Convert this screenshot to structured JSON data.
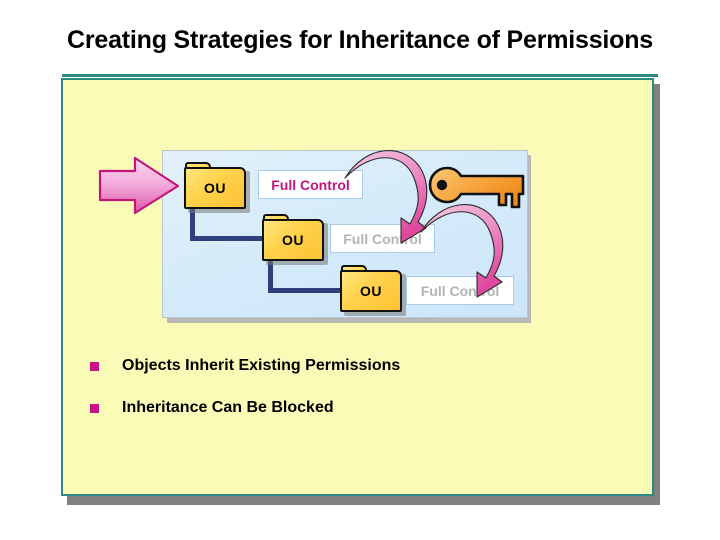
{
  "slide": {
    "title": "Creating Strategies for Inheritance of Permissions",
    "title_color": "#000000",
    "rule_color": "#2e8b84",
    "panel_bg": "#fbfbb8",
    "panel_border": "#2e8b84"
  },
  "diagram": {
    "panel_bg": "#dbeefa",
    "panel_border": "#b9c4cc",
    "connector_color": "#2d3f7c",
    "folders": [
      {
        "label": "OU"
      },
      {
        "label": "OU"
      },
      {
        "label": "OU"
      }
    ],
    "permissions": [
      {
        "label": "Full Control",
        "state": "explicit",
        "color": "#c2157e"
      },
      {
        "label": "Full Control",
        "state": "inherited",
        "color": "#b3b3b3"
      },
      {
        "label": "Full Control",
        "state": "inherited",
        "color": "#b3b3b3"
      }
    ],
    "icons": {
      "block_arrow": "right-block-arrow-icon",
      "key": "key-icon",
      "curved_arrow_1": "curved-inherit-arrow-icon",
      "curved_arrow_2": "curved-inherit-arrow-icon"
    },
    "arrow_color": "#d6409a",
    "key_color": "#f5a93c"
  },
  "bullets": [
    {
      "text": "Objects Inherit Existing Permissions",
      "mark_color": "#cc1188"
    },
    {
      "text": "Inheritance Can Be Blocked",
      "mark_color": "#cc1188"
    }
  ]
}
